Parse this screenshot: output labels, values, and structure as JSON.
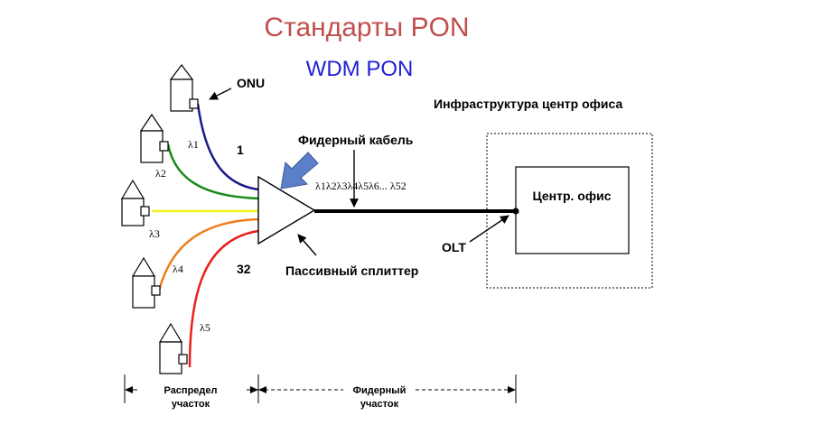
{
  "title": "Стандарты PON",
  "subtitle": "WDM PON",
  "labels": {
    "onu": "ONU",
    "infra": "Инфраструктура центр офиса",
    "feeder_cable": "Фидерный кабель",
    "port_first": "1",
    "port_last": "32",
    "wavelengths_bus": "λ1λ2λ3λ4λ5λ6... λ52",
    "splitter": "Пассивный сплиттер",
    "central_office": "Центр. офис",
    "olt": "OLT",
    "dist_section_l1": "Распредел",
    "dist_section_l2": "участок",
    "feeder_section_l1": "Фидерный",
    "feeder_section_l2": "участок"
  },
  "onus": [
    {
      "lambda": "λ1",
      "color": "#1a1a8c"
    },
    {
      "lambda": "λ2",
      "color": "#1a8a1a"
    },
    {
      "lambda": "λ3",
      "color": "#f2f21a"
    },
    {
      "lambda": "λ4",
      "color": "#ee7d1a"
    },
    {
      "lambda": "λ5",
      "color": "#e8211a"
    }
  ],
  "colors": {
    "title": "#c0504d",
    "subtitle": "#1f1fd6",
    "pointer_arrow": "#5b7fc8"
  }
}
